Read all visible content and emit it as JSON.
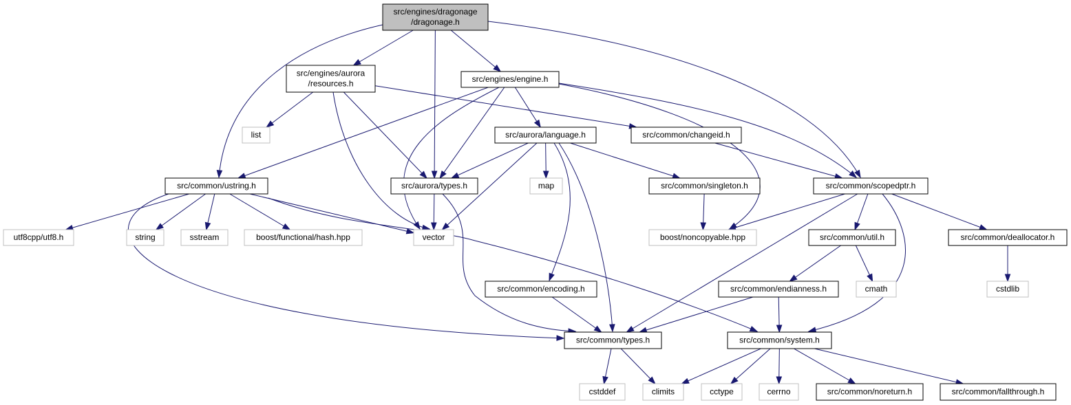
{
  "nodes": [
    {
      "id": "dragonage",
      "lines": [
        "src/engines/dragonage",
        "/dragonage.h"
      ],
      "kind": "root"
    },
    {
      "id": "resources",
      "lines": [
        "src/engines/aurora",
        "/resources.h"
      ],
      "kind": "file"
    },
    {
      "id": "engine",
      "lines": [
        "src/engines/engine.h"
      ],
      "kind": "file"
    },
    {
      "id": "list",
      "lines": [
        "list"
      ],
      "kind": "system"
    },
    {
      "id": "language",
      "lines": [
        "src/aurora/language.h"
      ],
      "kind": "file"
    },
    {
      "id": "changeid",
      "lines": [
        "src/common/changeid.h"
      ],
      "kind": "file"
    },
    {
      "id": "ustring",
      "lines": [
        "src/common/ustring.h"
      ],
      "kind": "file"
    },
    {
      "id": "aurora_types",
      "lines": [
        "src/aurora/types.h"
      ],
      "kind": "file"
    },
    {
      "id": "map",
      "lines": [
        "map"
      ],
      "kind": "system"
    },
    {
      "id": "singleton",
      "lines": [
        "src/common/singleton.h"
      ],
      "kind": "file"
    },
    {
      "id": "scopedptr",
      "lines": [
        "src/common/scopedptr.h"
      ],
      "kind": "file"
    },
    {
      "id": "utf8",
      "lines": [
        "utf8cpp/utf8.h"
      ],
      "kind": "system"
    },
    {
      "id": "string",
      "lines": [
        "string"
      ],
      "kind": "system"
    },
    {
      "id": "sstream",
      "lines": [
        "sstream"
      ],
      "kind": "system"
    },
    {
      "id": "hash",
      "lines": [
        "boost/functional/hash.hpp"
      ],
      "kind": "system"
    },
    {
      "id": "vector",
      "lines": [
        "vector"
      ],
      "kind": "system"
    },
    {
      "id": "noncopyable",
      "lines": [
        "boost/noncopyable.hpp"
      ],
      "kind": "system"
    },
    {
      "id": "util",
      "lines": [
        "src/common/util.h"
      ],
      "kind": "file"
    },
    {
      "id": "deallocator",
      "lines": [
        "src/common/deallocator.h"
      ],
      "kind": "file"
    },
    {
      "id": "encoding",
      "lines": [
        "src/common/encoding.h"
      ],
      "kind": "file"
    },
    {
      "id": "endianness",
      "lines": [
        "src/common/endianness.h"
      ],
      "kind": "file"
    },
    {
      "id": "cmath",
      "lines": [
        "cmath"
      ],
      "kind": "system"
    },
    {
      "id": "cstdlib",
      "lines": [
        "cstdlib"
      ],
      "kind": "system"
    },
    {
      "id": "common_types",
      "lines": [
        "src/common/types.h"
      ],
      "kind": "file"
    },
    {
      "id": "system",
      "lines": [
        "src/common/system.h"
      ],
      "kind": "file"
    },
    {
      "id": "cstddef",
      "lines": [
        "cstddef"
      ],
      "kind": "system"
    },
    {
      "id": "climits",
      "lines": [
        "climits"
      ],
      "kind": "system"
    },
    {
      "id": "cctype",
      "lines": [
        "cctype"
      ],
      "kind": "system"
    },
    {
      "id": "cerrno",
      "lines": [
        "cerrno"
      ],
      "kind": "system"
    },
    {
      "id": "noreturn",
      "lines": [
        "src/common/noreturn.h"
      ],
      "kind": "file"
    },
    {
      "id": "fallthrough",
      "lines": [
        "src/common/fallthrough.h"
      ],
      "kind": "file"
    }
  ],
  "edges": [
    [
      "dragonage",
      "resources"
    ],
    [
      "dragonage",
      "engine"
    ],
    [
      "dragonage",
      "ustring"
    ],
    [
      "dragonage",
      "aurora_types"
    ],
    [
      "dragonage",
      "scopedptr"
    ],
    [
      "resources",
      "list"
    ],
    [
      "resources",
      "changeid"
    ],
    [
      "resources",
      "aurora_types"
    ],
    [
      "resources",
      "vector"
    ],
    [
      "engine",
      "language"
    ],
    [
      "engine",
      "ustring"
    ],
    [
      "engine",
      "aurora_types"
    ],
    [
      "engine",
      "vector"
    ],
    [
      "engine",
      "scopedptr"
    ],
    [
      "engine",
      "noncopyable"
    ],
    [
      "language",
      "aurora_types"
    ],
    [
      "language",
      "map"
    ],
    [
      "language",
      "singleton"
    ],
    [
      "language",
      "vector"
    ],
    [
      "language",
      "encoding"
    ],
    [
      "language",
      "common_types"
    ],
    [
      "changeid",
      "scopedptr"
    ],
    [
      "ustring",
      "utf8"
    ],
    [
      "ustring",
      "string"
    ],
    [
      "ustring",
      "sstream"
    ],
    [
      "ustring",
      "hash"
    ],
    [
      "ustring",
      "vector"
    ],
    [
      "ustring",
      "common_types"
    ],
    [
      "ustring",
      "system"
    ],
    [
      "aurora_types",
      "vector"
    ],
    [
      "aurora_types",
      "common_types"
    ],
    [
      "singleton",
      "noncopyable"
    ],
    [
      "scopedptr",
      "noncopyable"
    ],
    [
      "scopedptr",
      "util"
    ],
    [
      "scopedptr",
      "deallocator"
    ],
    [
      "scopedptr",
      "common_types"
    ],
    [
      "scopedptr",
      "system"
    ],
    [
      "util",
      "endianness"
    ],
    [
      "util",
      "cmath"
    ],
    [
      "deallocator",
      "cstdlib"
    ],
    [
      "encoding",
      "common_types"
    ],
    [
      "endianness",
      "common_types"
    ],
    [
      "endianness",
      "system"
    ],
    [
      "common_types",
      "cstddef"
    ],
    [
      "common_types",
      "climits"
    ],
    [
      "system",
      "climits"
    ],
    [
      "system",
      "cctype"
    ],
    [
      "system",
      "cerrno"
    ],
    [
      "system",
      "noreturn"
    ],
    [
      "system",
      "fallthrough"
    ]
  ],
  "colors": {
    "edge": "#191970",
    "root_fill": "#bfbfbf",
    "file_border": "#000000",
    "system_border": "#bfbfbf",
    "system_text": "#000000"
  }
}
